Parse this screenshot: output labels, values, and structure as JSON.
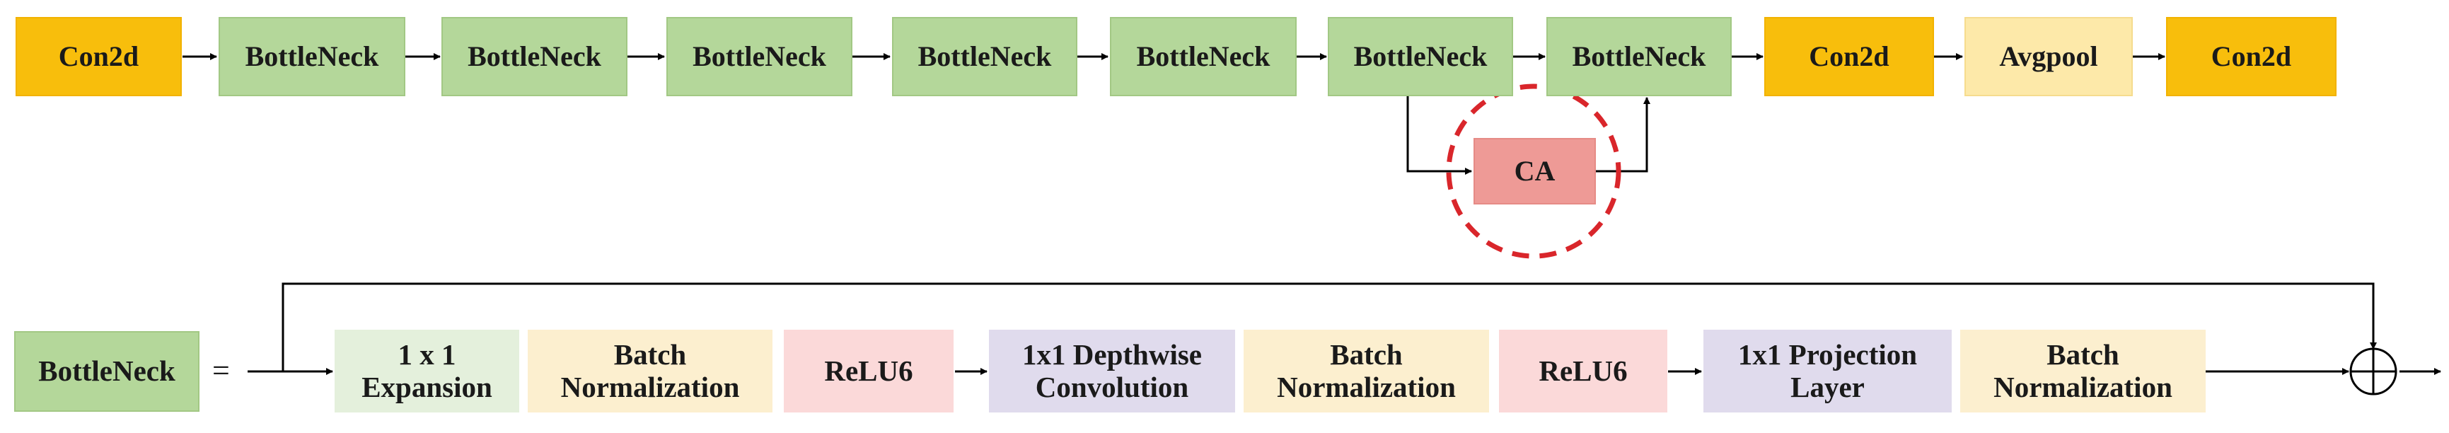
{
  "pipeline": {
    "blocks": [
      "Con2d",
      "BottleNeck",
      "BottleNeck",
      "BottleNeck",
      "BottleNeck",
      "BottleNeck",
      "BottleNeck",
      "BottleNeck",
      "Con2d",
      "Avgpool",
      "Con2d"
    ],
    "attention": "CA"
  },
  "bottleneck_detail": {
    "name": "BottleNeck",
    "equals": "=",
    "layers": [
      [
        "1 x 1",
        "Expansion"
      ],
      [
        "Batch",
        "Normalization"
      ],
      [
        "ReLU6"
      ],
      [
        "1x1 Depthwise",
        "Convolution"
      ],
      [
        "Batch",
        "Normalization"
      ],
      [
        "ReLU6"
      ],
      [
        "1x1 Projection",
        "Layer"
      ],
      [
        "Batch",
        "Normalization"
      ]
    ]
  },
  "colors": {
    "conv": "#f8be0c",
    "bottleneck": "#b4d79a",
    "pool": "#fde9a9",
    "attention": "#ee9a96",
    "highlight_circle": "#d9262b"
  }
}
